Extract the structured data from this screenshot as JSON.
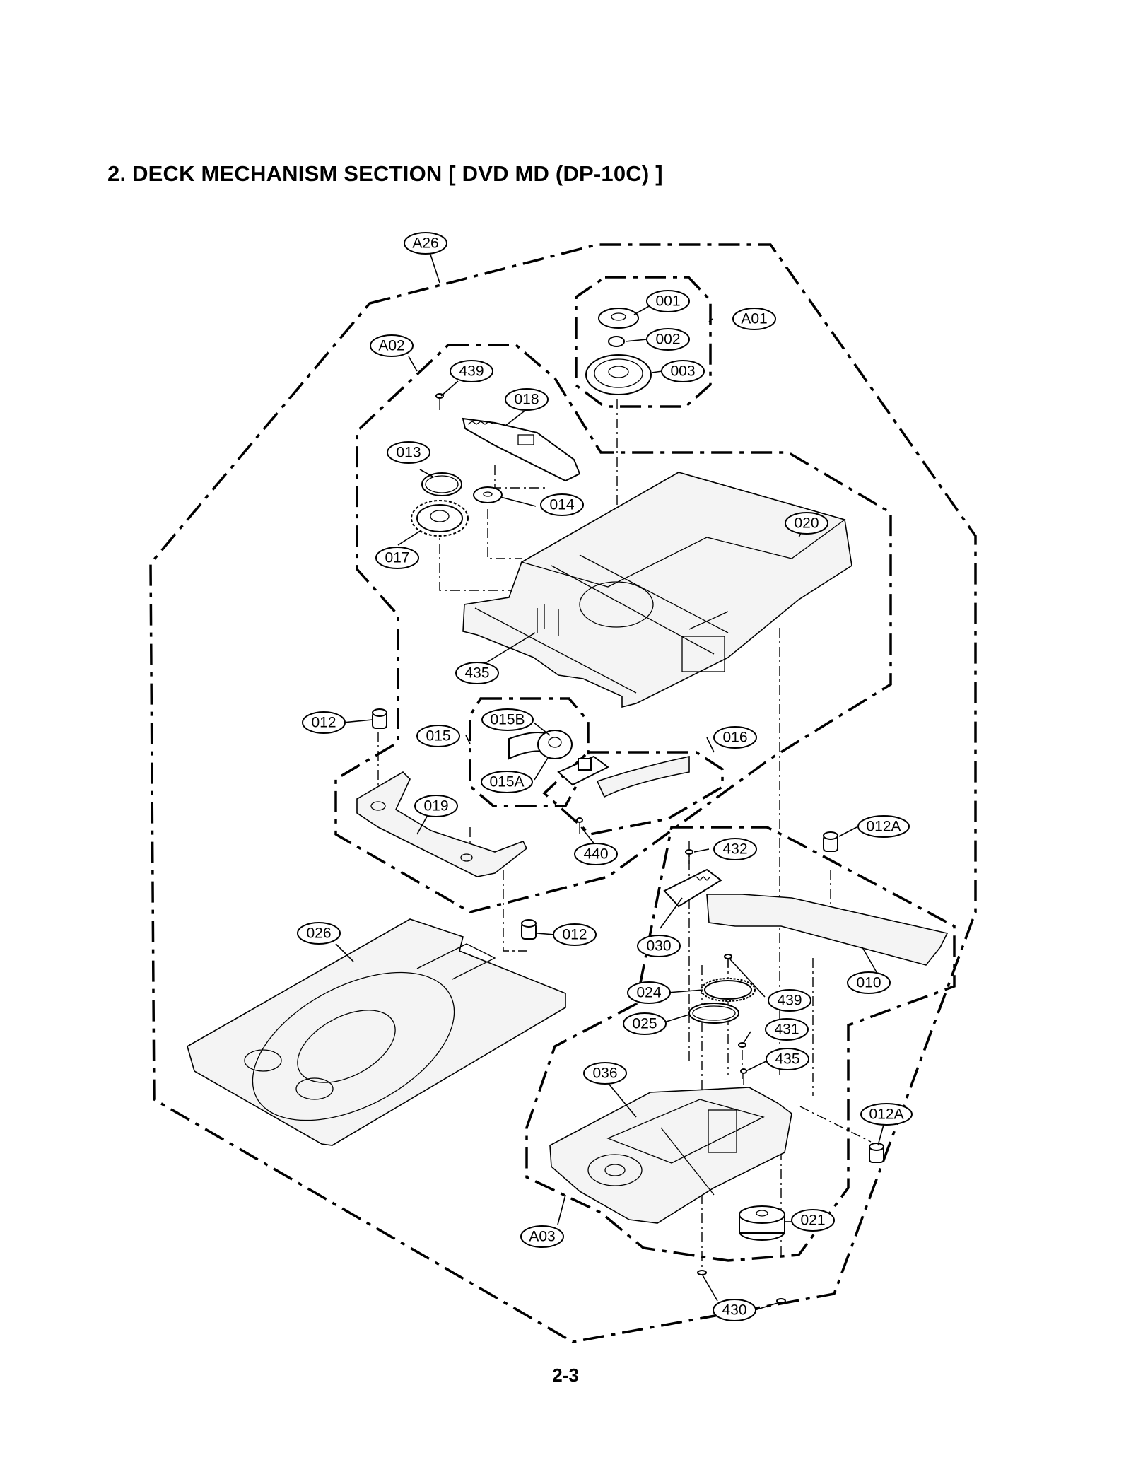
{
  "title": "2. DECK MECHANISM SECTION [ DVD MD (DP-10C) ]",
  "page_number": "2-3",
  "callouts": {
    "A26": "A26",
    "A01": "A01",
    "A02": "A02",
    "A03": "A03",
    "p001": "001",
    "p002": "002",
    "p003": "003",
    "p439a": "439",
    "p018": "018",
    "p013": "013",
    "p014": "014",
    "p017": "017",
    "p020": "020",
    "p435a": "435",
    "p012a": "012",
    "p015": "015",
    "p015B": "015B",
    "p015A": "015A",
    "p016": "016",
    "p019": "019",
    "p440": "440",
    "p012A1": "012A",
    "p432": "432",
    "p026": "026",
    "p012b": "012",
    "p030": "030",
    "p010": "010",
    "p024": "024",
    "p439b": "439",
    "p025": "025",
    "p431": "431",
    "p435b": "435",
    "p036": "036",
    "p012A2": "012A",
    "p021": "021",
    "p430": "430"
  }
}
